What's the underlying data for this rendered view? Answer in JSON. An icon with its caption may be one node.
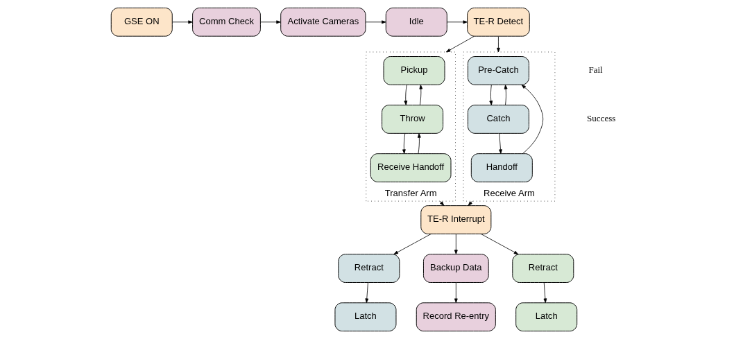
{
  "diagram": {
    "nodes": [
      {
        "text": [
          "GSE ON"
        ]
      },
      {
        "text": [
          "Comm Check"
        ]
      },
      {
        "text": [
          "Activate Cameras"
        ]
      },
      {
        "text": [
          "Idle"
        ]
      },
      {
        "text": [
          "TE-R Detect"
        ]
      },
      {
        "text": [
          "Transfer Arm"
        ]
      },
      {
        "text": [
          "Pickup"
        ],
        "in": 5
      },
      {
        "text": [
          "Throw"
        ],
        "in": 5
      },
      {
        "text": [
          "Receive Handoff"
        ],
        "in": 5
      },
      {
        "text": [
          "Receive Arm"
        ]
      },
      {
        "text": [
          "Pre-Catch"
        ],
        "in": 9
      },
      {
        "text": [
          "Catch"
        ],
        "in": 9
      },
      {
        "text": [
          "Handoff"
        ],
        "in": 9
      },
      {
        "text": [
          "Latch"
        ]
      },
      {
        "text": [
          "Retract"
        ]
      },
      {
        "text": [
          "Record Re-entry"
        ]
      },
      {
        "text": [
          "Backup Data"
        ]
      },
      {
        "text": [
          "Latch"
        ]
      },
      {
        "text": [
          "Retract"
        ]
      },
      {
        "text": [
          "TE-R Interrupt"
        ]
      }
    ],
    "edges": [
      {
        "from": 0,
        "to": 1,
        "arrow": "to"
      },
      {
        "from": 1,
        "to": 2,
        "arrow": "to"
      },
      {
        "from": 2,
        "to": 3,
        "arrow": "to"
      },
      {
        "from": 3,
        "to": 4,
        "arrow": "to"
      },
      {
        "from": 4,
        "to": 5,
        "arrow": "to"
      },
      {
        "from": 4,
        "to": 9,
        "arrow": "to"
      },
      {
        "from": 6,
        "to": 7,
        "arrow": "to"
      },
      {
        "from": 7,
        "to": 8,
        "arrow": "to"
      },
      {
        "from": 8,
        "to": 7,
        "arrow": "to"
      },
      {
        "from": 7,
        "to": 6,
        "arrow": "to"
      },
      {
        "from": 10,
        "to": 11,
        "arrow": "to"
      },
      {
        "from": 11,
        "to": 12,
        "arrow": "to"
      },
      {
        "from": 11,
        "to": 10,
        "arrow": "to"
      },
      {
        "from": 12,
        "to": 10,
        "arrow": "to"
      },
      {
        "from": 5,
        "to": 19,
        "arrow": "to"
      },
      {
        "from": 9,
        "to": 19,
        "arrow": "to"
      },
      {
        "from": 19,
        "to": 14,
        "arrow": "to"
      },
      {
        "from": 19,
        "to": 16,
        "arrow": "to"
      },
      {
        "from": 19,
        "to": 18,
        "arrow": "to"
      },
      {
        "from": 14,
        "to": 13,
        "arrow": "to"
      },
      {
        "from": 16,
        "to": 15,
        "arrow": "to"
      },
      {
        "from": 18,
        "to": 17,
        "arrow": "to"
      }
    ],
    "labels": [
      "Fail",
      "Success"
    ]
  }
}
